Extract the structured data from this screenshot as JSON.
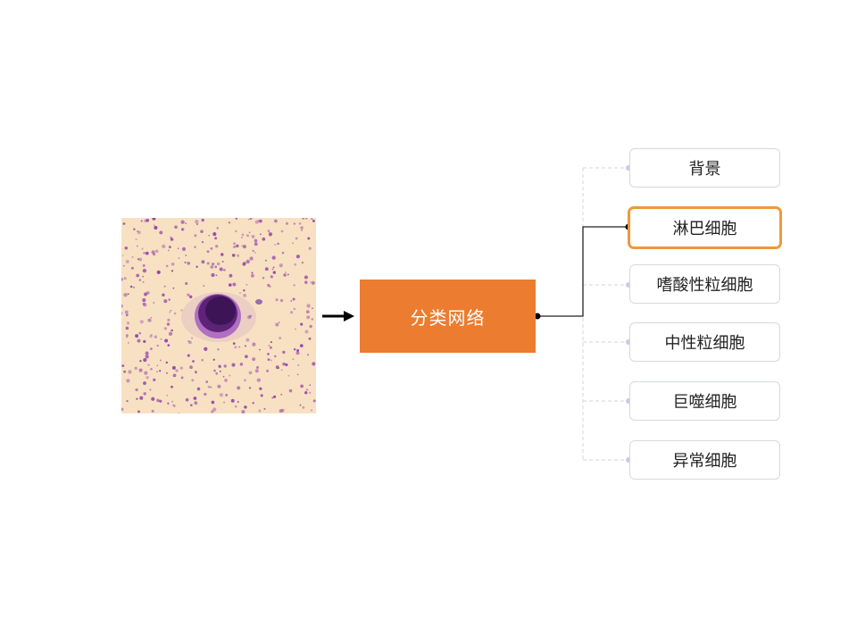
{
  "network": {
    "label": "分类网络"
  },
  "classes": [
    {
      "label": "背景",
      "selected": false
    },
    {
      "label": "淋巴细胞",
      "selected": true
    },
    {
      "label": "嗜酸性粒细胞",
      "selected": false
    },
    {
      "label": "中性粒细胞",
      "selected": false
    },
    {
      "label": "巨噬细胞",
      "selected": false
    },
    {
      "label": "异常细胞",
      "selected": false
    }
  ],
  "colors": {
    "network_fill": "#ec7c30",
    "selected_border": "#f0983a",
    "box_border": "#d6d8e2",
    "image_background": "#f8e1c2",
    "stain_purple": "#8b3aa6",
    "nucleus": "#3d1556"
  }
}
